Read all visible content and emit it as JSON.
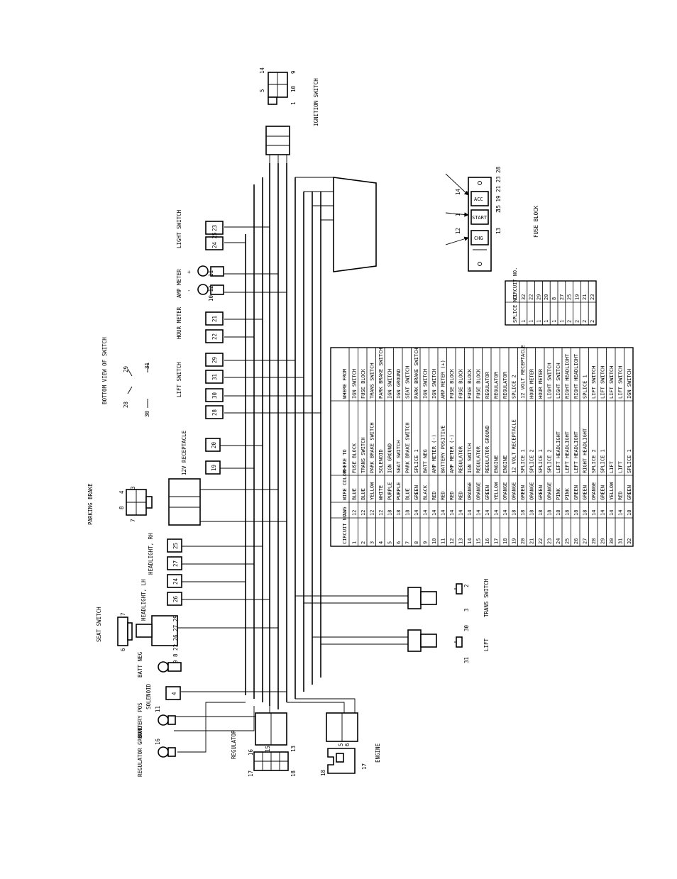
{
  "colors": {
    "ink": "#000000",
    "paper": "#ffffff"
  },
  "components": {
    "ignition_switch": {
      "label": "IGNITION SWITCH",
      "pins": [
        "5",
        "14",
        "1",
        "10",
        "9"
      ]
    },
    "light_switch": {
      "label": "LIGHT SWITCH",
      "circuits": [
        "23",
        "24 25"
      ]
    },
    "amp_meter": {
      "label": "AMP METER",
      "minus": "-",
      "plus": "+",
      "terms": [
        "10 12",
        "11"
      ]
    },
    "hour_meter": {
      "label": "HOUR METER",
      "circuits": [
        "21",
        "22"
      ]
    },
    "bottom_view_switch": {
      "label": "BOTTOM VIEW OF SWITCH",
      "pins": [
        "28",
        "29",
        "30",
        "31"
      ]
    },
    "lift_switch": {
      "label": "LIFT SWITCH",
      "circuits": [
        "29",
        "31",
        "30",
        "28"
      ]
    },
    "receptacle_12v": {
      "label": "12V RECEPTACLE",
      "circuits": [
        "20",
        "19"
      ]
    },
    "parking_brake": {
      "label": "PARKING BRAKE",
      "pins": [
        "8",
        "4",
        "7",
        "3"
      ]
    },
    "headlight_rh": {
      "label": "HEADLIGHT, RH",
      "circuits": [
        "25",
        "27"
      ]
    },
    "headlight_lh": {
      "label": "HEADLIGHT, LH",
      "circuits": [
        "24",
        "26"
      ]
    },
    "seat_switch": {
      "label": "SEAT SWITCH",
      "pins": [
        "6",
        "7"
      ]
    },
    "batt_neg": {
      "label": "BATT NEG",
      "terms": "9 8 22 26 27 29"
    },
    "solenoid": {
      "label": "SOLENOID",
      "circuit": "4"
    },
    "battery_pos": {
      "label": "BATTERY POS",
      "term": "11"
    },
    "regulator_ground": {
      "label": "REGULATOR GROUND",
      "term": "16"
    },
    "regulator": {
      "label": "REGULATOR",
      "pins": [
        "16",
        "15",
        "17",
        "13",
        "18"
      ]
    },
    "engine": {
      "label": "ENGINE",
      "pins": [
        "5",
        "6",
        "18",
        "17"
      ]
    },
    "lift": {
      "label": "LIFT",
      "pins": [
        "31",
        "30"
      ]
    },
    "trans_switch": {
      "label": "TRANS SWITCH",
      "pins": [
        "3",
        "2"
      ]
    },
    "fuse_block": {
      "label": "FUSE BLOCK",
      "fuses": [
        "ACC",
        "START",
        "CHG"
      ],
      "in_pins": [
        "14",
        "1",
        "12"
      ],
      "out_pins": [
        "15 19 21 23 28",
        "2",
        "13"
      ]
    }
  },
  "splice_table": {
    "headers": [
      "SPLICE NO.",
      "CIRCUIT NO."
    ],
    "rows": [
      [
        "1",
        "32"
      ],
      [
        "1",
        "22"
      ],
      [
        "1",
        "29"
      ],
      [
        "1",
        "20"
      ],
      [
        "1",
        "8"
      ],
      [
        "1",
        "27"
      ],
      [
        "2",
        "25"
      ],
      [
        "2",
        "19"
      ],
      [
        "2",
        "21"
      ],
      [
        "2",
        "23"
      ]
    ]
  },
  "wire_table": {
    "headers": [
      "CIRCUIT NO.",
      "AWG",
      "WIRE COLOR",
      "WHERE TO",
      "WHERE FROM"
    ],
    "rows": [
      [
        "1",
        "12",
        "BLUE",
        "FUSE BLOCK",
        "IGN SWITCH"
      ],
      [
        "2",
        "12",
        "BLUE",
        "TRANS SWITCH",
        "FUSE BLOCK"
      ],
      [
        "3",
        "12",
        "YELLOW",
        "PARK BRAKE SWITCH",
        "TRANS SWITCH"
      ],
      [
        "4",
        "12",
        "WHITE",
        "SOLENOID",
        "PARK BRAKE SWITCH"
      ],
      [
        "5",
        "18",
        "PURPLE",
        "IGN GROUND",
        "IGN SWITCH"
      ],
      [
        "6",
        "18",
        "PURPLE",
        "SEAT SWITCH",
        "IGN GROUND"
      ],
      [
        "7",
        "18",
        "BLUE",
        "PARK BRAKE SWITCH",
        "SEAT SWITCH"
      ],
      [
        "8",
        "14",
        "GREEN",
        "SPLICE 1",
        "PARK BRAKE SWITCH"
      ],
      [
        "9",
        "14",
        "BLACK",
        "BATT NEG",
        "IGN SWITCH"
      ],
      [
        "10",
        "14",
        "RED",
        "AMP METER (-)",
        "IGN SWITCH"
      ],
      [
        "11",
        "14",
        "RED",
        "BATTERY POSITIVE",
        "AMP METER (+)"
      ],
      [
        "12",
        "14",
        "RED",
        "AMP METER (-)",
        "FUSE BLOCK"
      ],
      [
        "13",
        "14",
        "RED",
        "REGULATOR",
        "FUSE BLOCK"
      ],
      [
        "14",
        "14",
        "ORANGE",
        "IGN SWITCH",
        "FUSE BLOCK"
      ],
      [
        "15",
        "14",
        "ORANGE",
        "REGULATOR",
        "FUSE BLOCK"
      ],
      [
        "16",
        "14",
        "GREEN",
        "REGULATOR GROUND",
        "REGULATOR"
      ],
      [
        "17",
        "14",
        "YELLOW",
        "ENGINE",
        "REGULATOR"
      ],
      [
        "18",
        "14",
        "ORANGE",
        "ENGINE",
        "REGULATOR"
      ],
      [
        "19",
        "18",
        "ORANGE",
        "12 VOLT RECEPTACLE",
        "SPLICE 2"
      ],
      [
        "20",
        "18",
        "GREEN",
        "SPLICE 1",
        "12 VOLT RECEPTACLE"
      ],
      [
        "21",
        "18",
        "ORANGE",
        "SPLICE 2",
        "HOUR METER"
      ],
      [
        "22",
        "18",
        "GREEN",
        "SPLICE 1",
        "HOUR METER"
      ],
      [
        "23",
        "18",
        "ORANGE",
        "SPLICE 2",
        "LIGHT SWITCH"
      ],
      [
        "24",
        "18",
        "PINK",
        "LEFT HEADLIGHT",
        "LIGHT SWITCH"
      ],
      [
        "25",
        "18",
        "PINK",
        "LEFT HEADLIGHT",
        "RIGHT HEADLIGHT"
      ],
      [
        "26",
        "18",
        "GREEN",
        "LEFT HEADLIGHT",
        "RIGHT HEADLIGHT"
      ],
      [
        "27",
        "18",
        "GREEN",
        "RIGHT HEADLIGHT",
        "SPLICE 1"
      ],
      [
        "28",
        "14",
        "ORANGE",
        "SPLICE 2",
        "LIFT SWITCH"
      ],
      [
        "29",
        "14",
        "GREEN",
        "SPLICE 1",
        "LIFT SWITCH"
      ],
      [
        "30",
        "14",
        "YELLOW",
        "LIFT",
        "LIFT SWITCH"
      ],
      [
        "31",
        "14",
        "RED",
        "LIFT",
        "LIFT SWITCH"
      ],
      [
        "32",
        "18",
        "GREEN",
        "SPLICE 1",
        "IGN SWITCH"
      ]
    ]
  }
}
